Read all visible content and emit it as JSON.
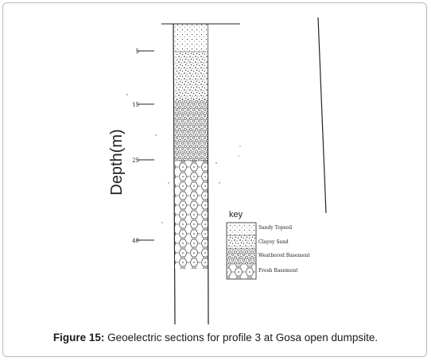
{
  "figure": {
    "y_axis_label": "Depth(m)",
    "depth_ticks": [
      "5",
      "15",
      "25",
      "40"
    ],
    "key_title": "key",
    "legend": [
      {
        "name": "Sandy Topsoil",
        "pattern": "dots"
      },
      {
        "name": "Clayey Sand",
        "pattern": "speckle"
      },
      {
        "name": "Weathered Basement",
        "pattern": "circles"
      },
      {
        "name": "Fresh Basement",
        "pattern": "hexagons"
      }
    ],
    "column_layers": [
      {
        "name": "Sandy Topsoil",
        "from_depth": 0,
        "to_depth": 5
      },
      {
        "name": "Clayey Sand",
        "from_depth": 5,
        "to_depth": 14
      },
      {
        "name": "Weathered Basement",
        "from_depth": 14,
        "to_depth": 25
      },
      {
        "name": "Fresh Basement",
        "from_depth": 25,
        "to_depth": 44
      }
    ]
  },
  "caption": {
    "label": "Figure 15:",
    "text": " Geoelectric sections for profile 3 at Gosa open dumpsite."
  }
}
